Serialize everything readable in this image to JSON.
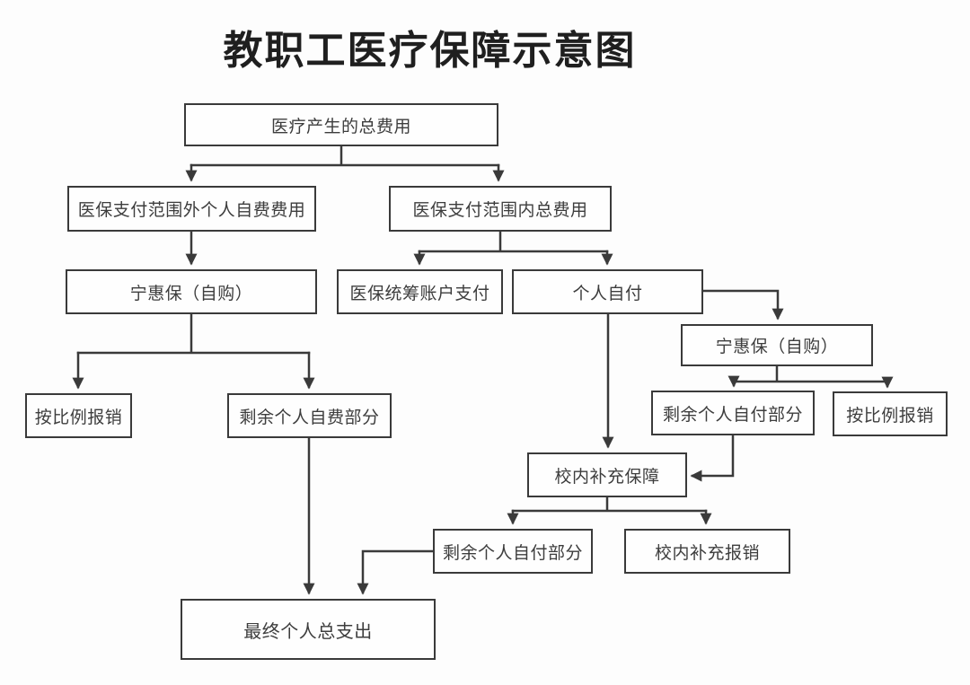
{
  "title": "教职工医疗保障示意图",
  "colors": {
    "line": "#3a3a3a",
    "box_border": "#3a3a3a",
    "box_fill": "#fefefe",
    "text": "#3d3d3d",
    "title_text": "#1f1f1f",
    "background": "#fdfdfd"
  },
  "nodes": {
    "total_cost": "医疗产生的总费用",
    "outside_scope": "医保支付范围外个人自费费用",
    "inside_scope": "医保支付范围内总费用",
    "ninghuibao_left": "宁惠保（自购）",
    "pooled_account": "医保统筹账户支付",
    "self_pay": "个人自付",
    "ninghuibao_right": "宁惠保（自购）",
    "ratio_reimburse_left": "按比例报销",
    "remaining_self_fee": "剩余个人自费部分",
    "remaining_self_pay_right": "剩余个人自付部分",
    "ratio_reimburse_right": "按比例报销",
    "school_supplement": "校内补充保障",
    "remaining_self_pay_bottom": "剩余个人自付部分",
    "school_reimburse": "校内补充报销",
    "final_total": "最终个人总支出"
  },
  "edges": [
    {
      "from": "医疗产生的总费用",
      "to": "医保支付范围外个人自费费用"
    },
    {
      "from": "医疗产生的总费用",
      "to": "医保支付范围内总费用"
    },
    {
      "from": "医保支付范围外个人自费费用",
      "to": "宁惠保（自购）"
    },
    {
      "from": "宁惠保（自购）",
      "to": "按比例报销"
    },
    {
      "from": "宁惠保（自购）",
      "to": "剩余个人自费部分"
    },
    {
      "from": "医保支付范围内总费用",
      "to": "医保统筹账户支付"
    },
    {
      "from": "医保支付范围内总费用",
      "to": "个人自付"
    },
    {
      "from": "个人自付",
      "to": "宁惠保（自购）"
    },
    {
      "from": "宁惠保（自购）",
      "to": "剩余个人自付部分"
    },
    {
      "from": "宁惠保（自购）",
      "to": "按比例报销"
    },
    {
      "from": "个人自付",
      "to": "校内补充保障"
    },
    {
      "from": "剩余个人自付部分",
      "to": "校内补充保障"
    },
    {
      "from": "校内补充保障",
      "to": "剩余个人自付部分"
    },
    {
      "from": "校内补充保障",
      "to": "校内补充报销"
    },
    {
      "from": "剩余个人自费部分",
      "to": "最终个人总支出"
    },
    {
      "from": "剩余个人自付部分",
      "to": "最终个人总支出"
    }
  ]
}
